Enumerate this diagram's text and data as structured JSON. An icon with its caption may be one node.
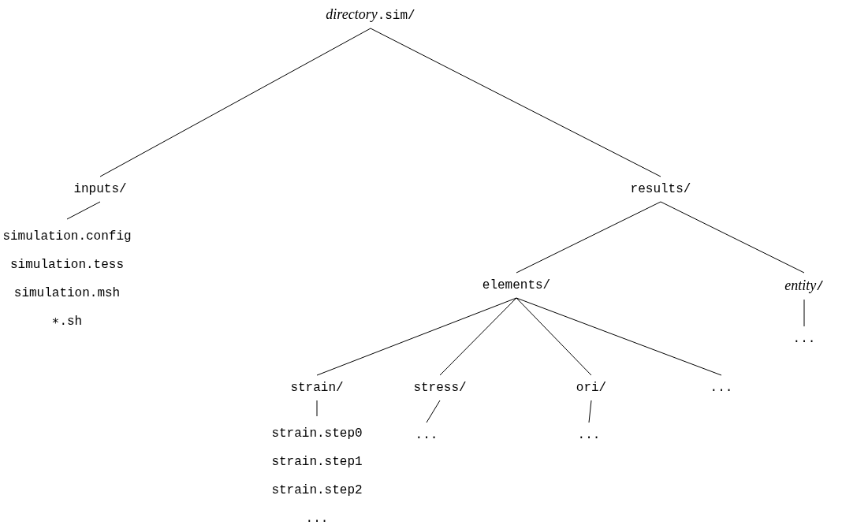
{
  "diagram": {
    "nodes": [
      {
        "text": [
          "*directory*.sim/"
        ]
      },
      {
        "text": [
          "inputs/"
        ]
      },
      {
        "text": [
          "simulation.config",
          "simulation.tess",
          "simulation.msh",
          "∗.sh"
        ]
      },
      {
        "text": [
          "results/"
        ]
      },
      {
        "text": [
          "elements/"
        ]
      },
      {
        "text": [
          "*entity*/"
        ]
      },
      {
        "text": [
          "..."
        ]
      },
      {
        "text": [
          "strain/"
        ]
      },
      {
        "text": [
          "stress/"
        ]
      },
      {
        "text": [
          "ori/"
        ]
      },
      {
        "text": [
          "..."
        ]
      },
      {
        "text": [
          "strain.step0",
          "strain.step1",
          "strain.step2",
          "..."
        ]
      },
      {
        "text": [
          "..."
        ]
      },
      {
        "text": [
          "..."
        ]
      }
    ],
    "edges": [
      {
        "from": 0,
        "to": 1,
        "arrow": "none"
      },
      {
        "from": 0,
        "to": 3,
        "arrow": "none"
      },
      {
        "from": 1,
        "to": 2,
        "arrow": "none"
      },
      {
        "from": 3,
        "to": 4,
        "arrow": "none"
      },
      {
        "from": 3,
        "to": 5,
        "arrow": "none"
      },
      {
        "from": 5,
        "to": 6,
        "arrow": "none"
      },
      {
        "from": 4,
        "to": 7,
        "arrow": "none"
      },
      {
        "from": 4,
        "to": 8,
        "arrow": "none"
      },
      {
        "from": 4,
        "to": 9,
        "arrow": "none"
      },
      {
        "from": 4,
        "to": 10,
        "arrow": "none"
      },
      {
        "from": 7,
        "to": 11,
        "arrow": "none"
      },
      {
        "from": 8,
        "to": 12,
        "arrow": "none"
      },
      {
        "from": 9,
        "to": 13,
        "arrow": "none"
      }
    ]
  }
}
